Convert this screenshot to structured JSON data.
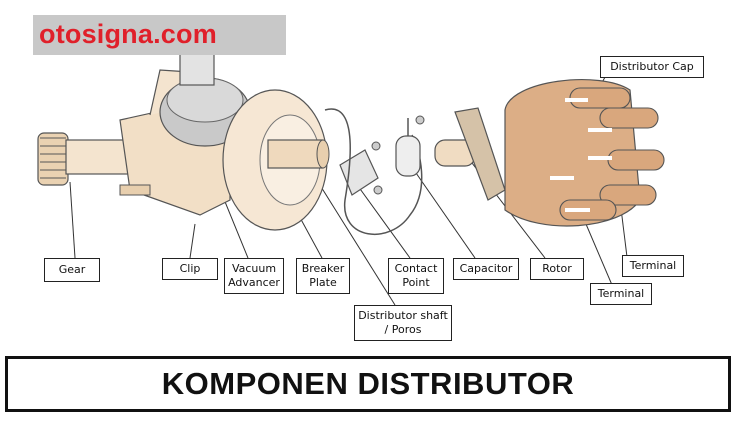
{
  "watermark": {
    "text": "otosigna.com"
  },
  "title": "KOMPONEN DISTRIBUTOR",
  "labels": {
    "gear": "Gear",
    "clip": "Clip",
    "vacuum_advancer": "Vacuum\nAdvancer",
    "breaker_plate": "Breaker\nPlate",
    "contact_point": "Contact\nPoint",
    "capacitor": "Capacitor",
    "rotor": "Rotor",
    "distributor_cap": "Distributor Cap",
    "terminal_1": "Terminal",
    "terminal_2": "Terminal",
    "distributor_shaft": "Distributor shaft\n/ Poros"
  },
  "colors": {
    "watermark_text": "#e0202a",
    "watermark_bg": "#c8c8c8",
    "body_metal": "#f2dfc6",
    "cap_color": "#dcae86",
    "outline": "#555555"
  }
}
